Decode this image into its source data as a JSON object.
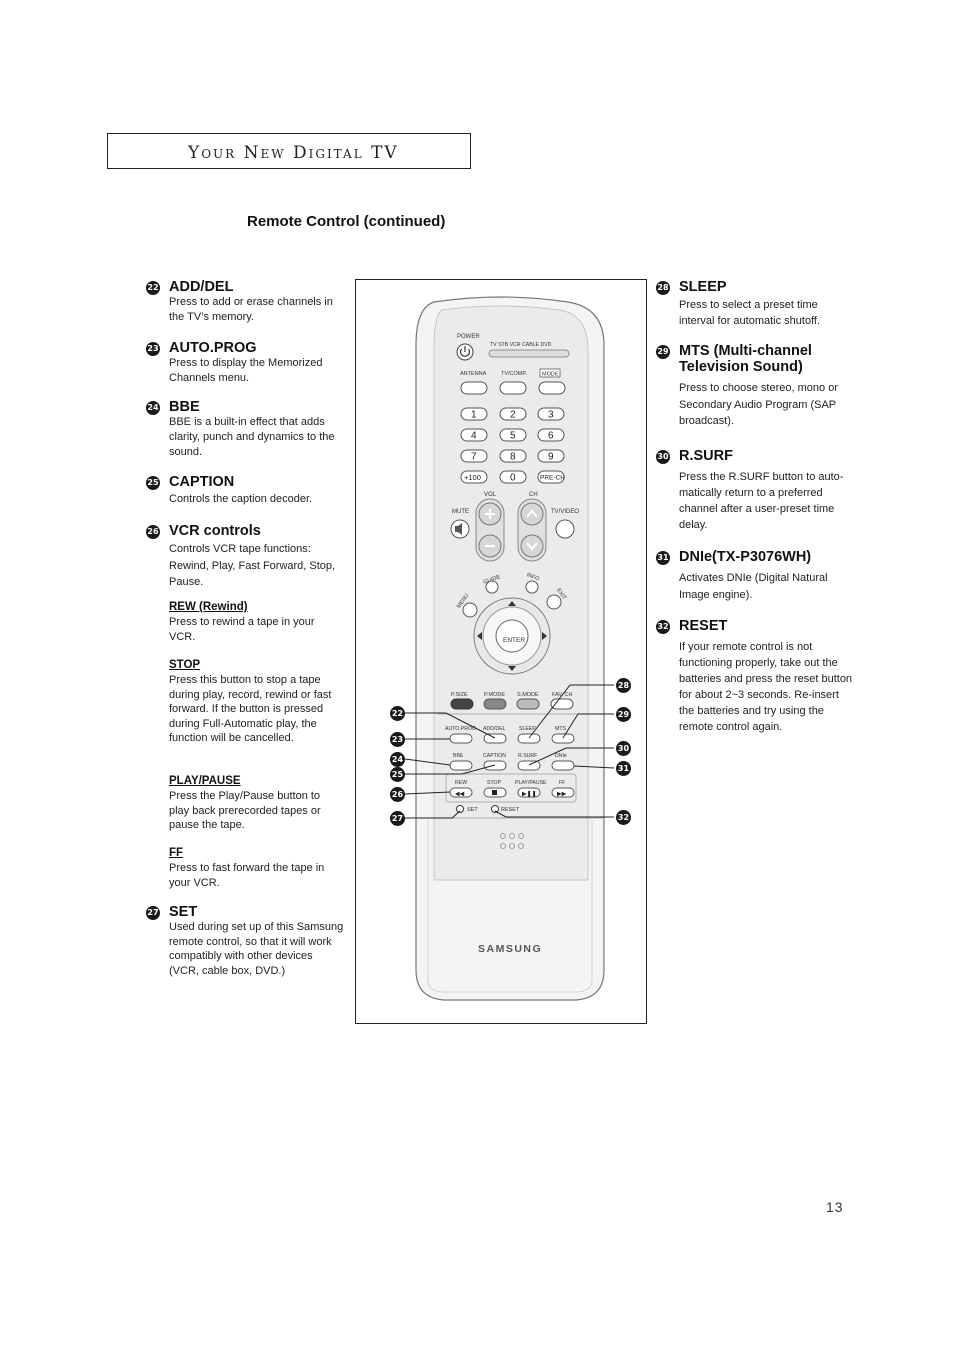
{
  "header": {
    "title": "Your New Digital TV"
  },
  "section_title": "Remote Control (continued)",
  "left_items": [
    {
      "num": "22",
      "heading": "ADD/DEL",
      "desc": "Press to add or erase channels in the TV’s memory."
    },
    {
      "num": "23",
      "heading": "AUTO.PROG",
      "desc": "Press to display the Memorized Channels menu."
    },
    {
      "num": "24",
      "heading": "BBE",
      "desc": "BBE is a built-in effect that adds clarity, punch and dynamics to the sound."
    },
    {
      "num": "25",
      "heading": "CAPTION",
      "desc": "Controls the caption decoder."
    },
    {
      "num": "26",
      "heading": "VCR controls",
      "desc": "Controls VCR tape functions: Rewind, Play, Fast Forward, Stop, Pause."
    },
    {
      "num": "27",
      "heading": "SET",
      "desc": "Used during set up of this Samsung remote control, so that it will work compatibly with other devices (VCR, cable box, DVD.)"
    }
  ],
  "vcr_subitems": [
    {
      "heading": "REW (Rewind)",
      "desc": "Press to rewind a tape in your VCR."
    },
    {
      "heading": "STOP",
      "desc": "Press this button to stop a tape during play, record, rewind or fast forward. If the button is pressed during Full-Automatic play, the function will be cancelled."
    },
    {
      "heading": "PLAY/PAUSE",
      "desc": "Press the Play/Pause button to play back prerecorded tapes or pause the tape."
    },
    {
      "heading": "FF",
      "desc": "Press to fast forward the tape in your VCR."
    }
  ],
  "right_items": [
    {
      "num": "28",
      "heading": "SLEEP",
      "desc": "Press to select a preset time interval for automatic shutoff."
    },
    {
      "num": "29",
      "heading": "MTS (Multi-channel",
      "heading2": "Television Sound)",
      "desc": "Press to choose stereo, mono or Secondary Audio Program (SAP broadcast)."
    },
    {
      "num": "30",
      "heading": "R.SURF",
      "desc": "Press the R.SURF button to auto-matically return to a preferred channel after a user-preset time delay."
    },
    {
      "num": "31",
      "heading": "DNIe(TX-P3076WH)",
      "desc": "Activates DNIe (Digital Natural Image engine)."
    },
    {
      "num": "32",
      "heading": "RESET",
      "desc": "If your remote control is not functioning properly, take out the batteries and press the reset button for about 2~3 seconds. Re-insert the batteries and try using the remote control again."
    }
  ],
  "remote": {
    "power": "POWER",
    "modes": "TV  STB  VCR  CABLE  DVD",
    "antenna": "ANTENNA",
    "tvcomp": "TV/COMP.",
    "mode": "MODE",
    "digits": [
      "1",
      "2",
      "3",
      "4",
      "5",
      "6",
      "7",
      "8",
      "9"
    ],
    "plus100": "+100",
    "zero": "0",
    "prech": "PRE-CH",
    "vol": "VOL",
    "ch": "CH",
    "mute": "MUTE",
    "tvvideo": "TV/VIDEO",
    "menu": "MENU",
    "guide": "GUIDE",
    "info": "INFO",
    "exit": "EXIT",
    "enter": "ENTER",
    "psize": "P.SIZE",
    "pmode": "P.MODE",
    "smode": "S.MODE",
    "favch": "FAV. CH",
    "autoprog": "AUTO.PROG",
    "adddel": "ADD/DEL",
    "sleep": "SLEEP",
    "mts": "MTS",
    "bbe": "BBE",
    "caption": "CAPTION",
    "rsurf": "R.SURF",
    "dnie": "DNIe",
    "rew": "REW",
    "stop": "STOP",
    "playpause": "PLAY/PAUSE",
    "ff": "FF",
    "set": "SET",
    "reset": "RESET",
    "brand": "SAMSUNG",
    "callouts_left": [
      "22",
      "23",
      "24",
      "25",
      "26",
      "27"
    ],
    "callouts_right": [
      "28",
      "29",
      "30",
      "31",
      "32"
    ]
  },
  "page_number": "13"
}
